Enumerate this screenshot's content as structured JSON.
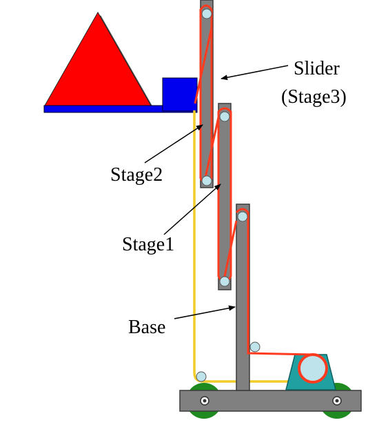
{
  "labels": {
    "slider_line1": "Slider",
    "slider_line2": "(Stage3)",
    "stage2": "Stage2",
    "stage1": "Stage1",
    "base": "Base"
  },
  "colors": {
    "background": "#ffffff",
    "stage_gray": "#808080",
    "stage_outline": "#3a3a3a",
    "cable_red": "#ff3b1f",
    "cable_yellow": "#f2cc28",
    "pulley": "#bfe3ea",
    "triangle_red": "#ff0000",
    "platform_blue": "#0000ee",
    "wheel_green": "#1f8a1f",
    "motor_teal": "#20a0a0"
  }
}
